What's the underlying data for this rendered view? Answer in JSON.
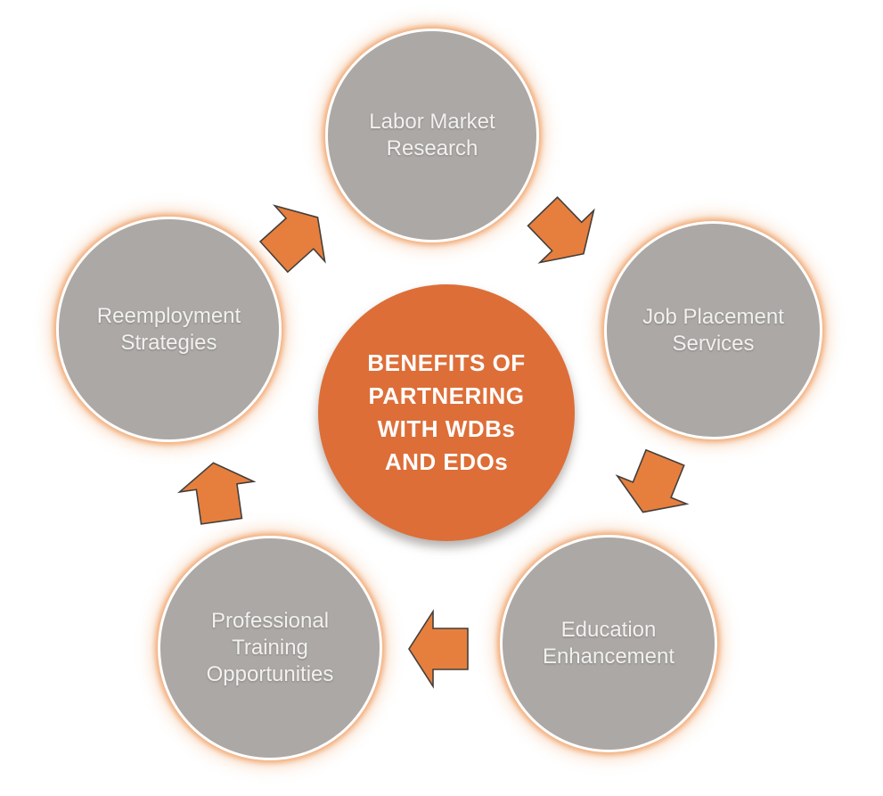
{
  "diagram": {
    "name": "Benefits of partnering with WDBs and EDOs cycle diagram",
    "center": {
      "label": "BENEFITS OF PARTNERING WITH WDBs AND EDOs",
      "lines": [
        "BENEFITS OF",
        "PARTNERING",
        "WITH WDBs",
        "AND EDOs"
      ]
    },
    "nodes": [
      {
        "id": "labor-market-research",
        "label": "Labor Market Research",
        "lines": [
          "Labor Market",
          "Research"
        ]
      },
      {
        "id": "job-placement-services",
        "label": "Job Placement Services",
        "lines": [
          "Job Placement",
          "Services"
        ]
      },
      {
        "id": "education-enhancement",
        "label": "Education Enhancement",
        "lines": [
          "Education",
          "Enhancement"
        ]
      },
      {
        "id": "professional-training-opportunities",
        "label": "Professional Training Opportunities",
        "lines": [
          "Professional",
          "Training",
          "Opportunities"
        ]
      },
      {
        "id": "reemployment-strategies",
        "label": "Reemployment Strategies",
        "lines": [
          "Reemployment",
          "Strategies"
        ]
      }
    ],
    "flow": [
      "Reemployment Strategies -> Labor Market Research",
      "Labor Market Research -> Job Placement Services",
      "Job Placement Services -> Education Enhancement",
      "Education Enhancement -> Professional Training Opportunities",
      "Professional Training Opportunities -> Reemployment Strategies"
    ],
    "colors": {
      "background": "#FFFFFF",
      "center_fill": "#DD6E38",
      "node_fill": "#ABA8A5",
      "node_ring": "#FFFFFF",
      "glow": "#F0A167",
      "arrow_fill": "#E67F3D",
      "arrow_outline": "#433F3C",
      "text": "#FFFFFF"
    }
  }
}
